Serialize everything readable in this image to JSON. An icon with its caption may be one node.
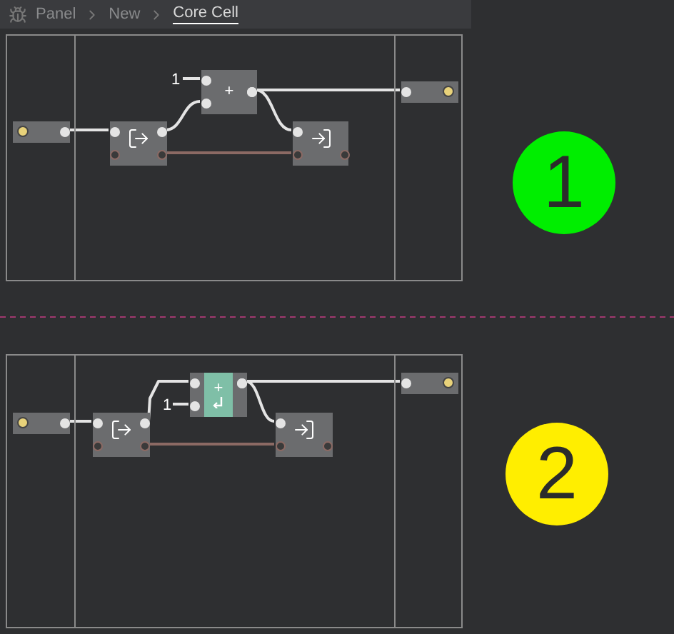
{
  "diagram": {
    "nodes": [
      {
        "text": [],
        "shape": "box"
      },
      {
        "text": [],
        "shape": "box",
        "in": 0
      },
      {
        "text": [],
        "shape": "box",
        "in": 0
      },
      {
        "text": [
          "1"
        ],
        "in": 0
      },
      {
        "text": [
          "+"
        ],
        "in": 0
      },
      {
        "text": [],
        "shape": "box",
        "in": 0
      },
      {
        "text": [],
        "shape": "box",
        "in": 0
      },
      {
        "text": [
          "1"
        ]
      },
      {
        "text": [],
        "shape": "box"
      },
      {
        "text": [],
        "shape": "box",
        "in": 8
      },
      {
        "text": [],
        "shape": "box",
        "in": 8
      },
      {
        "text": [
          "1"
        ],
        "in": 8
      },
      {
        "text": [
          "+"
        ],
        "in": 8
      },
      {
        "text": [],
        "shape": "box",
        "in": 8
      },
      {
        "text": [],
        "shape": "box",
        "in": 8
      },
      {
        "text": [
          "2"
        ]
      }
    ],
    "edges": [
      {
        "from": 1,
        "to": 2,
        "arrow": "none"
      },
      {
        "from": 2,
        "to": 4,
        "arrow": "none"
      },
      {
        "from": 3,
        "to": 4,
        "arrow": "none"
      },
      {
        "from": 4,
        "to": 5,
        "arrow": "none"
      },
      {
        "from": 4,
        "to": 6,
        "arrow": "none"
      },
      {
        "from": 2,
        "to": 5,
        "arrow": "none",
        "color": "#8c6a64"
      },
      {
        "from": 9,
        "to": 10,
        "arrow": "none"
      },
      {
        "from": 10,
        "to": 12,
        "arrow": "none"
      },
      {
        "from": 11,
        "to": 12,
        "arrow": "none"
      },
      {
        "from": 12,
        "to": 13,
        "arrow": "none"
      },
      {
        "from": 12,
        "to": 14,
        "arrow": "none"
      },
      {
        "from": 10,
        "to": 13,
        "arrow": "none",
        "color": "#8c6a64"
      }
    ],
    "labels": [
      "Panel",
      "New",
      "Core Cell"
    ]
  }
}
